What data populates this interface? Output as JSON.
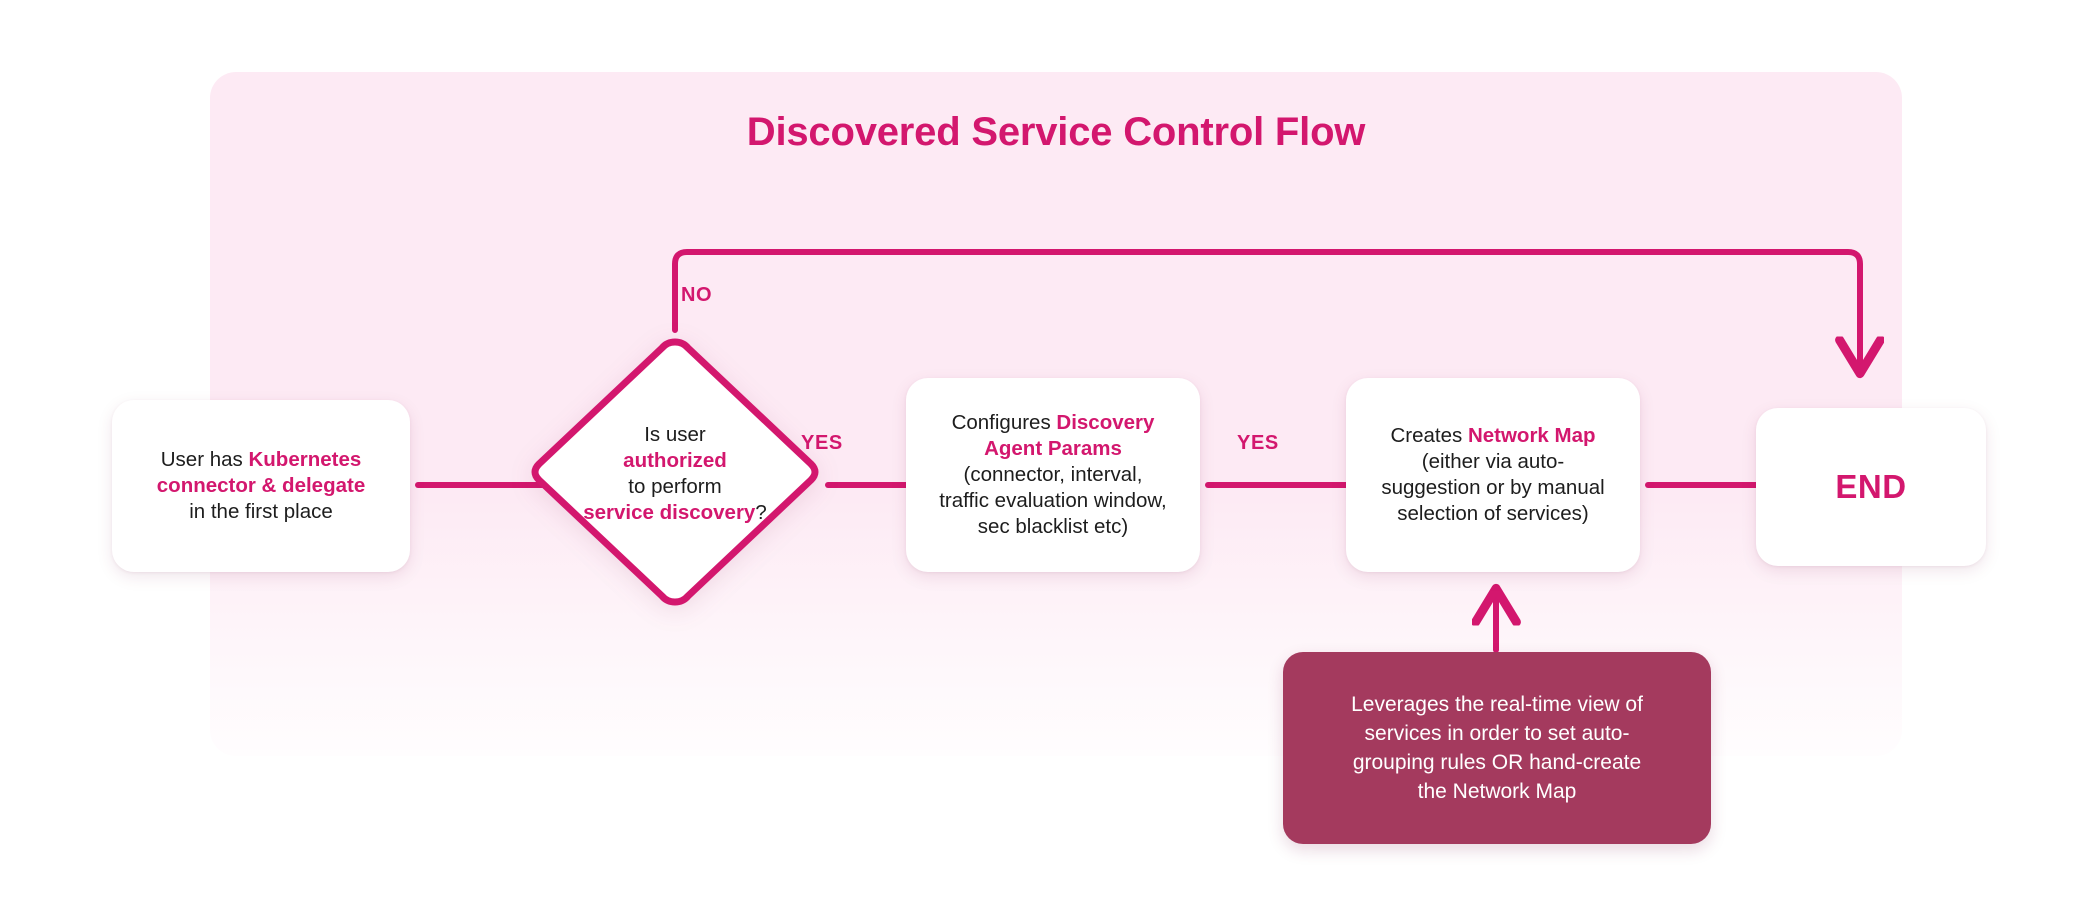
{
  "diagram": {
    "title": "Discovered Service Control Flow",
    "accent_color": "#d3176e",
    "panel_color": "#fdeaf4",
    "note_color": "#a43a5e",
    "text_color": "#1d1d1d"
  },
  "nodes": {
    "start": {
      "shape": "rounded-rect",
      "lines": [
        [
          {
            "t": "User has ",
            "hl": false
          },
          {
            "t": "Kubernetes",
            "hl": true
          }
        ],
        [
          {
            "t": "connector & delegate",
            "hl": true
          }
        ],
        [
          {
            "t": "in the first place",
            "hl": false
          }
        ]
      ],
      "plain": "User has Kubernetes connector & delegate in the first place"
    },
    "decision": {
      "shape": "diamond",
      "lines": [
        [
          {
            "t": "Is user",
            "hl": false
          }
        ],
        [
          {
            "t": "authorized",
            "hl": true
          }
        ],
        [
          {
            "t": "to perform",
            "hl": false
          }
        ],
        [
          {
            "t": "service discovery",
            "hl": true
          },
          {
            "t": "?",
            "hl": false
          }
        ]
      ],
      "plain": "Is user authorized to perform service discovery?"
    },
    "config": {
      "shape": "rounded-rect",
      "lines": [
        [
          {
            "t": "Configures ",
            "hl": false
          },
          {
            "t": "Discovery",
            "hl": true
          }
        ],
        [
          {
            "t": "Agent Params",
            "hl": true
          }
        ],
        [
          {
            "t": "(connector, interval,",
            "hl": false
          }
        ],
        [
          {
            "t": "traffic evaluation window,",
            "hl": false
          }
        ],
        [
          {
            "t": "sec blacklist etc)",
            "hl": false
          }
        ]
      ],
      "plain": "Configures Discovery Agent Params (connector, interval, traffic evaluation window, sec blacklist etc)"
    },
    "map": {
      "shape": "rounded-rect",
      "lines": [
        [
          {
            "t": "Creates ",
            "hl": false
          },
          {
            "t": "Network Map",
            "hl": true
          }
        ],
        [
          {
            "t": "(either via auto-",
            "hl": false
          }
        ],
        [
          {
            "t": "suggestion or by manual",
            "hl": false
          }
        ],
        [
          {
            "t": "selection of services)",
            "hl": false
          }
        ]
      ],
      "plain": "Creates Network Map (either via auto-suggestion or by manual selection of services)"
    },
    "end": {
      "shape": "rounded-rect",
      "label": "END"
    },
    "note": {
      "shape": "rounded-rect-filled",
      "lines": [
        [
          {
            "t": "Leverages the real-time view of",
            "hl": false
          }
        ],
        [
          {
            "t": "services in order to set auto-",
            "hl": false
          }
        ],
        [
          {
            "t": "grouping rules OR hand-create",
            "hl": false
          }
        ],
        [
          {
            "t": "the Network Map",
            "hl": false
          }
        ]
      ],
      "plain": "Leverages the real-time view of services in order to set auto-grouping rules OR hand-create the Network Map"
    }
  },
  "edges": {
    "start_to_decision": {
      "label": "",
      "from": "start",
      "to": "decision"
    },
    "decision_no": {
      "label": "NO",
      "from": "decision",
      "to": "end"
    },
    "decision_yes": {
      "label": "YES",
      "from": "decision",
      "to": "config"
    },
    "config_to_map": {
      "label": "YES",
      "from": "config",
      "to": "map"
    },
    "map_to_end": {
      "label": "",
      "from": "map",
      "to": "end"
    },
    "note_to_map": {
      "label": "",
      "from": "note",
      "to": "map"
    }
  }
}
